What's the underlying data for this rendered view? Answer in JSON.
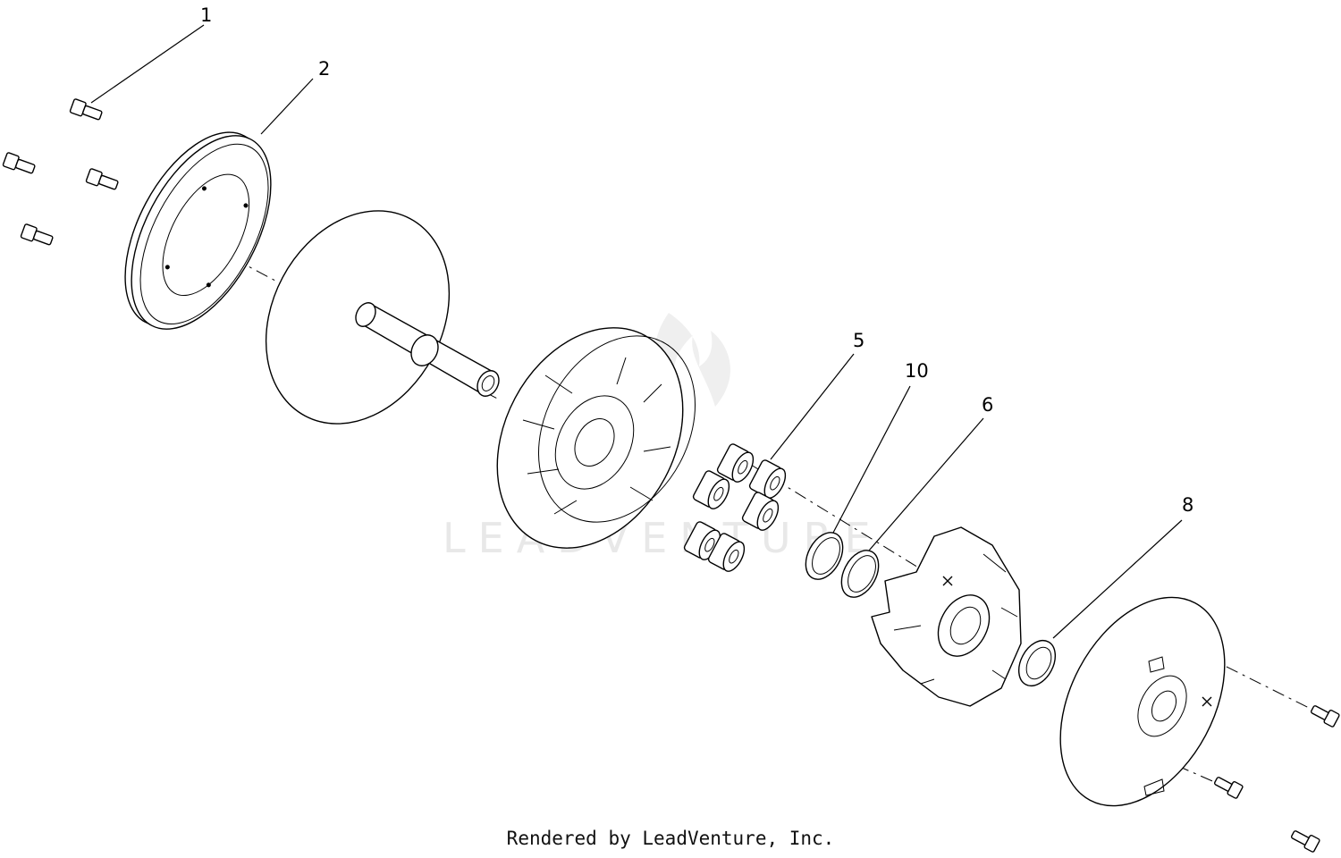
{
  "watermark": "LEADVENTURE",
  "footer": "Rendered by LeadVenture, Inc.",
  "callouts": {
    "c1": "1",
    "c2": "2",
    "c5": "5",
    "c10": "10",
    "c6": "6",
    "c8": "8"
  }
}
